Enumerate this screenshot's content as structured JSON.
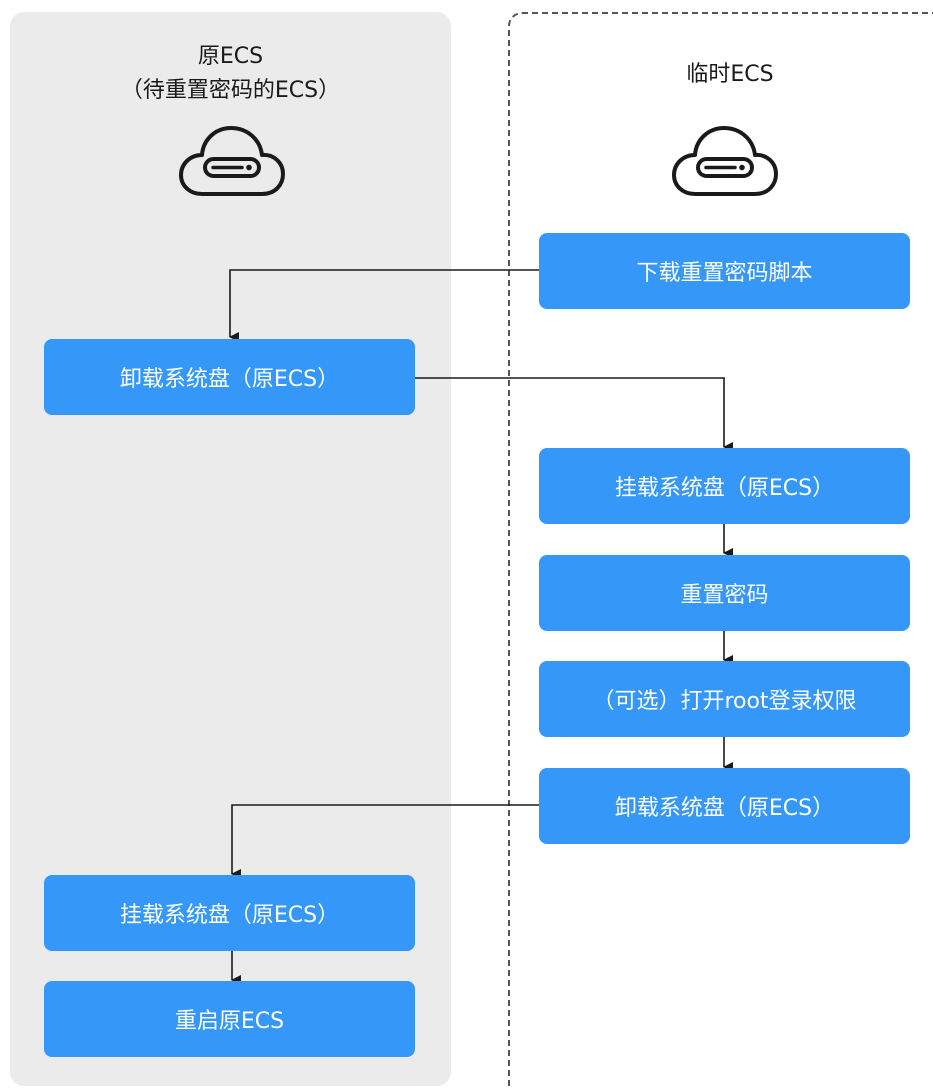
{
  "lanes": {
    "original": {
      "title_line1": "原ECS",
      "title_line2": "（待重置密码的ECS）",
      "icon": "cloud-server-icon"
    },
    "temporary": {
      "title": "临时ECS",
      "icon": "cloud-server-icon"
    }
  },
  "steps": {
    "download_script": "下载重置密码脚本",
    "detach_original_1": "卸载系统盘（原ECS）",
    "attach_temp": "挂载系统盘（原ECS）",
    "reset_password": "重置密码",
    "enable_root": "（可选）打开root登录权限",
    "detach_temp": "卸载系统盘（原ECS）",
    "attach_original": "挂载系统盘（原ECS）",
    "restart_original": "重启原ECS"
  },
  "colors": {
    "step_fill": "#3597f7",
    "step_text": "#ffffff",
    "lane_fill": "#ebebeb",
    "line": "#1a1a1a"
  }
}
